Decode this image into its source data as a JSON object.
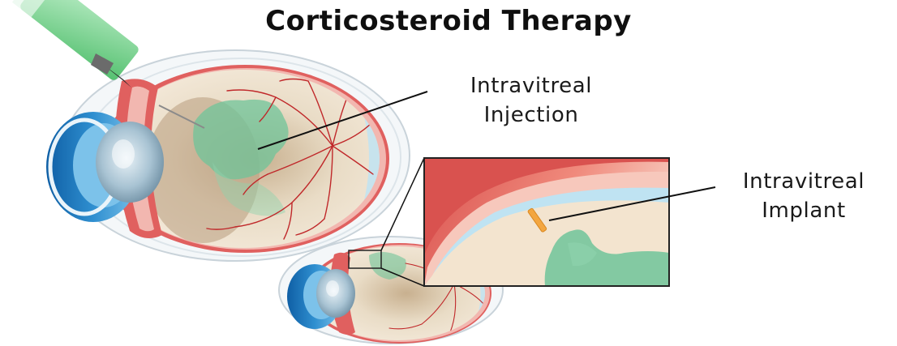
{
  "title": "Corticosteroid Therapy",
  "labels": {
    "injection": {
      "line1": "Intravitreal",
      "line2": "Injection"
    },
    "implant": {
      "line1": "Intravitreal",
      "line2": "Implant"
    }
  },
  "colors": {
    "sclera_red": "#e0605f",
    "choroid_pink": "#f2b7b0",
    "retina_tan": "#e9d9c3",
    "vitreous_blue": "#bfe3f2",
    "cornea_blue": "#2f8fd0",
    "drug_green": "#6fc49a",
    "vessel_red": "#c0282a",
    "implant_orange": "#f3a640"
  },
  "icons": [
    "syringe-icon",
    "needle-icon"
  ]
}
